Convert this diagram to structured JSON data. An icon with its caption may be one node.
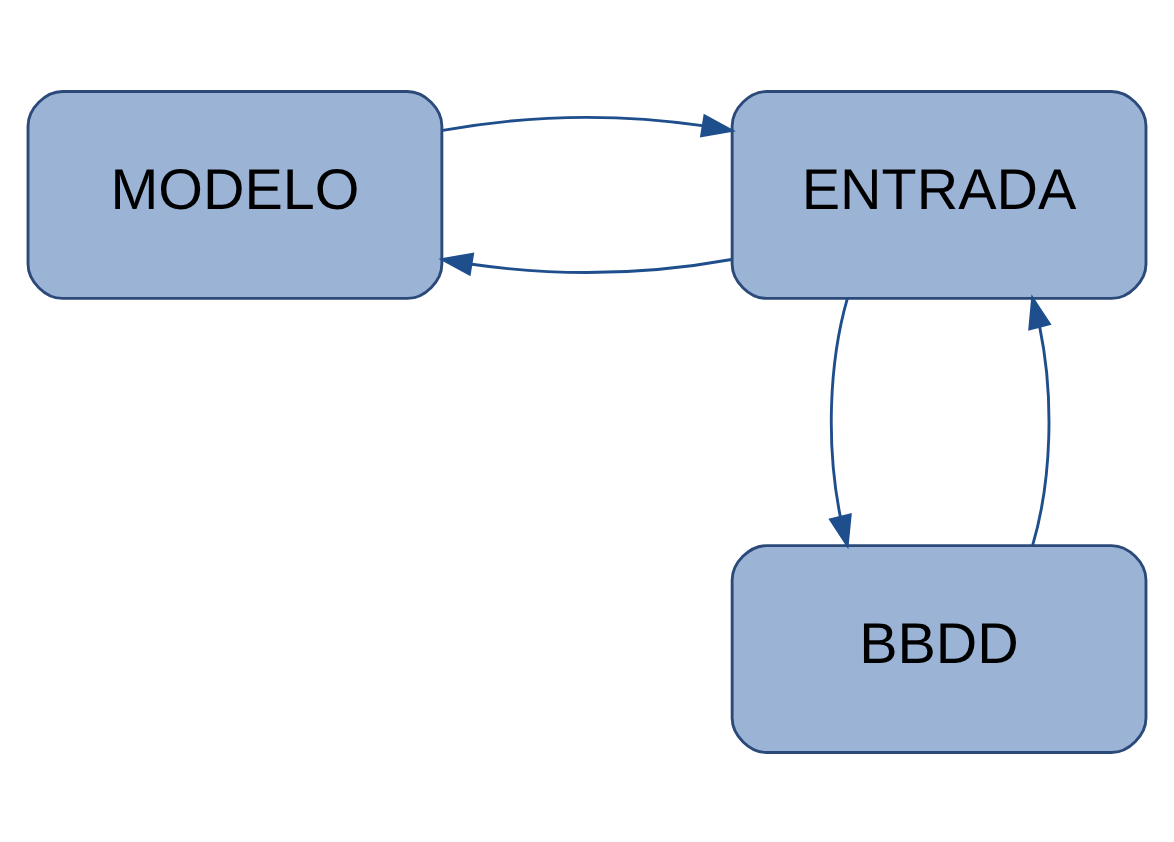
{
  "diagram": {
    "nodes": [
      {
        "text": [
          "MODELO"
        ]
      },
      {
        "text": [
          "ENTRADA"
        ]
      },
      {
        "text": [
          "BBDD"
        ]
      }
    ],
    "edges": [
      {
        "from": 1,
        "to": 0,
        "arrow": "to"
      },
      {
        "from": 0,
        "to": 1,
        "arrow": "to"
      },
      {
        "from": 1,
        "to": 2,
        "arrow": "to"
      },
      {
        "from": 2,
        "to": 1,
        "arrow": "to"
      }
    ]
  }
}
